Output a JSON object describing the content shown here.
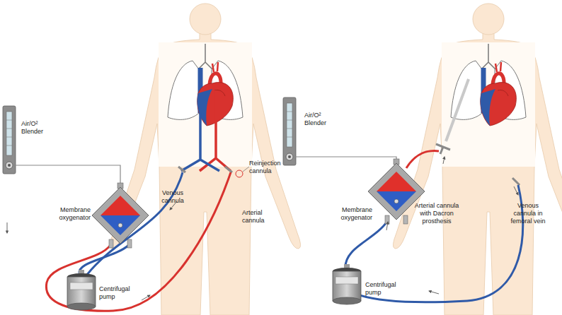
{
  "diagram": {
    "labels": [
      "Air/O² Blender",
      "Membrane oxygenator",
      "Venous cannula",
      "Arterial cannula",
      "Reinjection cannula",
      "Centrifugal pump",
      "Air/O² Blender",
      "Membrane oxygenator",
      "Arterial cannula with Dacron prosthesis",
      "Venous cannula in femoral vein",
      "Centrifugal pump"
    ]
  }
}
